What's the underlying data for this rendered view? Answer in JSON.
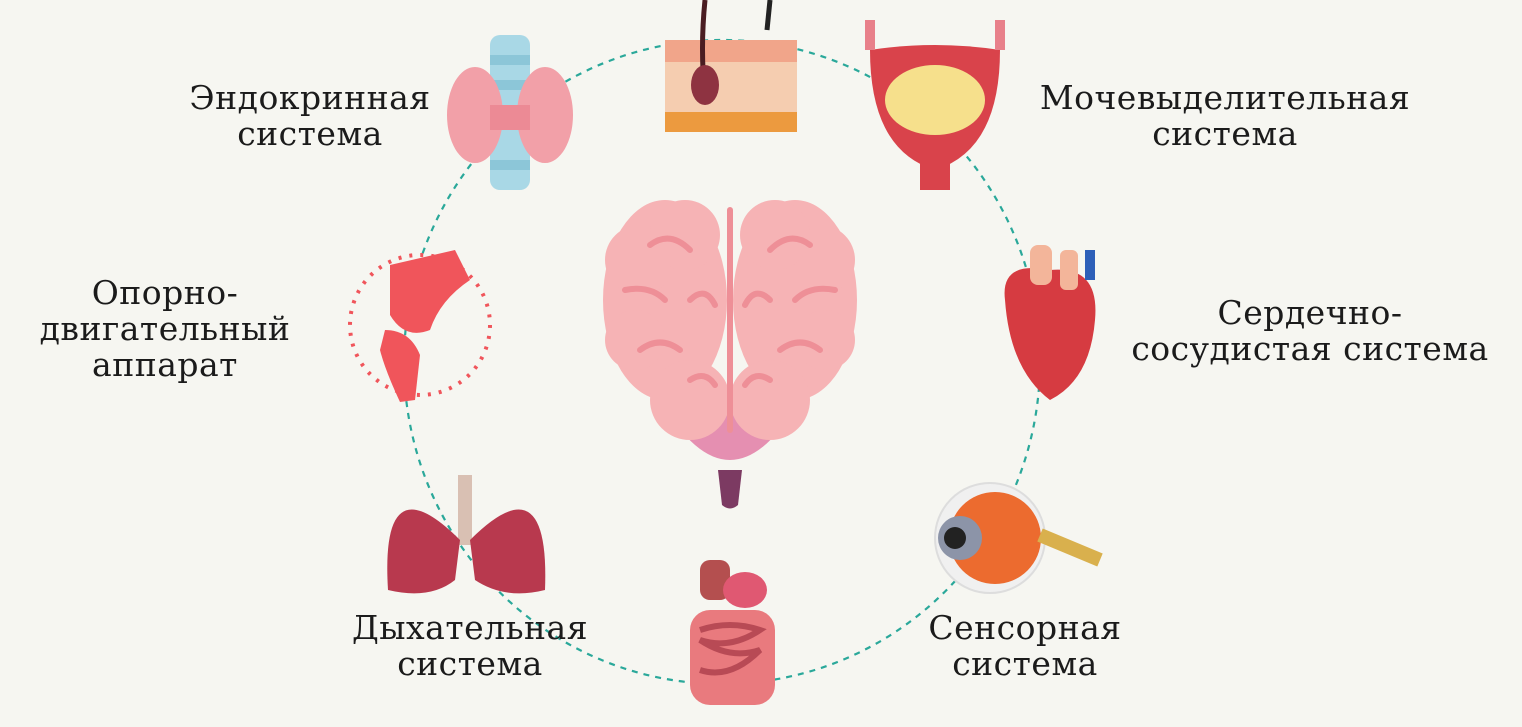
{
  "colors": {
    "background": "#f6f6f1",
    "ring": "#2aa89a",
    "brain": "#f6b3b5",
    "brain_fold": "#ee8f97",
    "heart": "#d63b41",
    "skeletal": "#f0555b"
  },
  "center": {
    "name": "brain",
    "icon": "brain-icon"
  },
  "systems": [
    {
      "id": "endocrine",
      "icon": "thyroid-icon",
      "label": [
        "Эндокринная",
        "система"
      ]
    },
    {
      "id": "integumentary",
      "icon": "skin-icon",
      "label": []
    },
    {
      "id": "urinary",
      "icon": "bladder-icon",
      "label": [
        "Мочевыделительная",
        "система"
      ]
    },
    {
      "id": "cardiovascular",
      "icon": "heart-icon",
      "label": [
        "Сердечно-",
        "сосудистая система"
      ]
    },
    {
      "id": "sensory",
      "icon": "eye-icon",
      "label": [
        "Сенсорная",
        "система"
      ]
    },
    {
      "id": "digestive",
      "icon": "intestines-icon",
      "label": []
    },
    {
      "id": "respiratory",
      "icon": "lungs-icon",
      "label": [
        "Дыхательная",
        "система"
      ]
    },
    {
      "id": "musculoskeletal",
      "icon": "joint-bone-icon",
      "label": [
        "Опорно-",
        "двигательный",
        "аппарат"
      ]
    }
  ]
}
